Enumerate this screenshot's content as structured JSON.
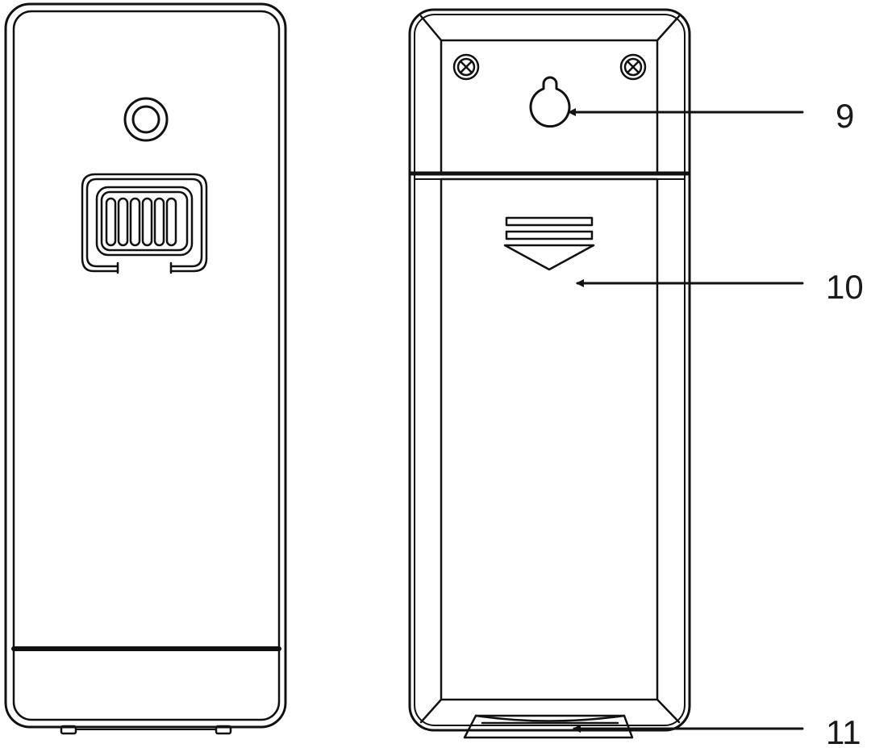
{
  "callouts": [
    {
      "label": "9"
    },
    {
      "label": "10"
    },
    {
      "label": "11"
    }
  ]
}
